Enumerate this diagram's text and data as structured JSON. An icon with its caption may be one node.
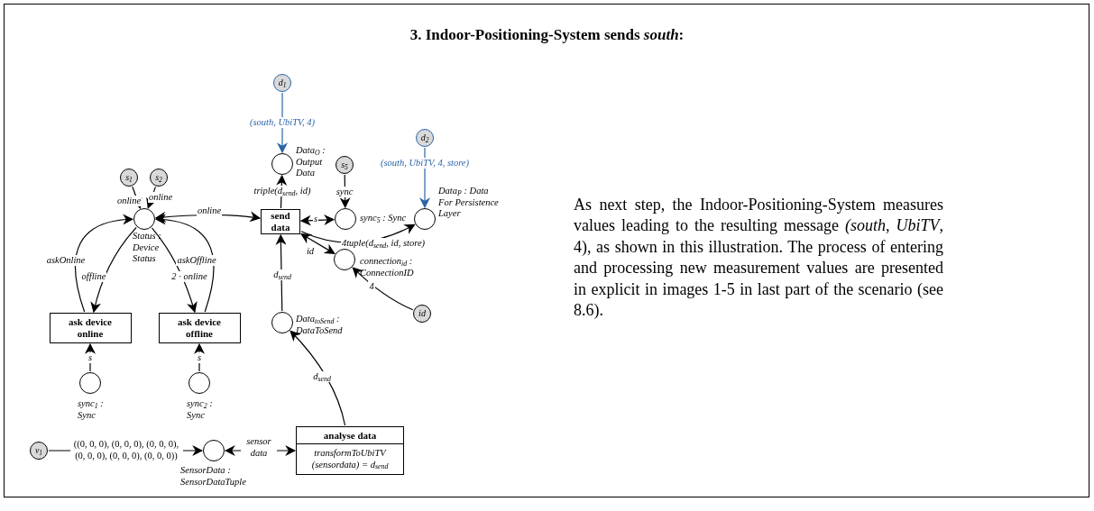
{
  "diagram": {
    "title": "3. Indoor-Positioning-System sends *south*:",
    "nodes": [
      {
        "text": [
          "d$_{1}$"
        ]
      },
      {
        "text": [],
        "shape": "circle",
        "beside": [
          "Data$_{O}$ : Output Data"
        ]
      },
      {
        "text": [
          "s$_{1}$"
        ]
      },
      {
        "text": [
          "s$_{2}$"
        ]
      },
      {
        "text": [
          "s$_{5}$"
        ]
      },
      {
        "text": [
          "d$_{2}$"
        ]
      },
      {
        "text": [],
        "shape": "circle",
        "beside": [
          "Status : Device Status"
        ]
      },
      {
        "text": [
          "send data"
        ]
      },
      {
        "text": [],
        "shape": "circle",
        "beside": [
          "sync$_{5}$ : Sync"
        ]
      },
      {
        "text": [],
        "shape": "circle",
        "beside": [
          "Data$_{P}$ : Data For Persistence Layer"
        ]
      },
      {
        "text": [],
        "shape": "circle",
        "beside": [
          "connection$_{id}$ : ConnectionID"
        ]
      },
      {
        "text": [
          "id"
        ]
      },
      {
        "text": [
          "ask device online"
        ]
      },
      {
        "text": [
          "ask device offline"
        ]
      },
      {
        "text": [],
        "shape": "circle",
        "beside": [
          "Data$_{toSend}$ : DataToSend"
        ]
      },
      {
        "text": [],
        "shape": "circle",
        "beside": [
          "sync$_{1}$ : Sync"
        ]
      },
      {
        "text": [],
        "shape": "circle",
        "beside": [
          "sync$_{2}$ : Sync"
        ]
      },
      {
        "text": [
          "v$_{1}$"
        ]
      },
      {
        "text": [],
        "shape": "circle",
        "beside": [
          "SensorData : SensorDataTuple"
        ]
      },
      {
        "text": [
          "analyse data",
          "transformToUbiTV (sensordata) = d$_{send}$"
        ]
      }
    ],
    "edges": [
      {
        "from": 0,
        "to": 1,
        "arrow": "to",
        "label": "(south, UbiTV, 4)",
        "color": "#2a64a8"
      },
      {
        "from": 7,
        "to": 1,
        "arrow": "to",
        "label": "triple(d$_{send}$, id)"
      },
      {
        "from": 2,
        "to": 6,
        "arrow": "to",
        "label": "online"
      },
      {
        "from": 3,
        "to": 6,
        "arrow": "to",
        "label": "online"
      },
      {
        "from": 6,
        "to": 7,
        "arrow": "both",
        "label": "online"
      },
      {
        "from": 12,
        "to": 6,
        "arrow": "to",
        "label": "askOnline"
      },
      {
        "from": 6,
        "to": 12,
        "arrow": "to",
        "label": "offline"
      },
      {
        "from": 13,
        "to": 6,
        "arrow": "to",
        "label": "askOffline"
      },
      {
        "from": 6,
        "to": 13,
        "arrow": "to",
        "label": "2 · online"
      },
      {
        "from": 15,
        "to": 12,
        "arrow": "to",
        "label": "s"
      },
      {
        "from": 16,
        "to": 13,
        "arrow": "to",
        "label": "s"
      },
      {
        "from": 4,
        "to": 8,
        "arrow": "to",
        "label": "sync"
      },
      {
        "from": 8,
        "to": 7,
        "arrow": "both",
        "label": "s"
      },
      {
        "from": 7,
        "to": 9,
        "arrow": "to",
        "label": "4tuple(d$_{send}$, id, store)"
      },
      {
        "from": 5,
        "to": 9,
        "arrow": "to",
        "label": "(south, UbiTV, 4, store)",
        "color": "#2a64a8"
      },
      {
        "from": 10,
        "to": 7,
        "arrow": "both",
        "label": "id"
      },
      {
        "from": 11,
        "to": 10,
        "arrow": "to",
        "label": "4"
      },
      {
        "from": 14,
        "to": 7,
        "arrow": "to",
        "label": "d$_{send}$"
      },
      {
        "from": 19,
        "to": 14,
        "arrow": "to",
        "label": "d$_{send}$"
      },
      {
        "from": 17,
        "to": 18,
        "arrow": "to",
        "label": "((0, 0, 0), (0, 0, 0), (0, 0, 0), (0, 0, 0), (0, 0, 0), (0, 0, 0))"
      },
      {
        "from": 18,
        "to": 19,
        "arrow": "both",
        "label": "sensor data"
      }
    ],
    "labels": [
      "As next step, the Indoor-Positioning-System measures values leading to the resulting message *(south, UbiTV*, 4), as shown in this illustration. The process of entering and processing new measurement values are presented in explicit in images 1-5 in last part of the scenario (see 8.6)."
    ]
  }
}
